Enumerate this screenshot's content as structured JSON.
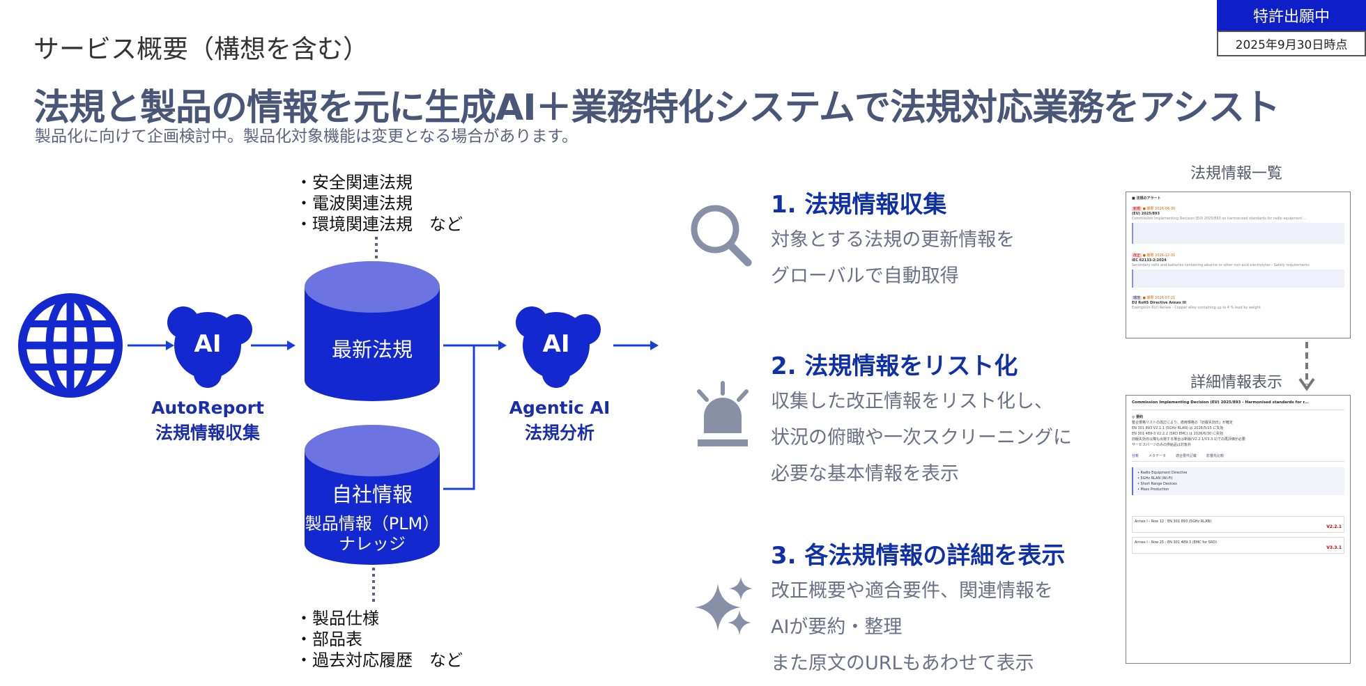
{
  "badge": {
    "status": "特許出願中",
    "date": "2025年9月30日時点"
  },
  "section_title": "サービス概要（構想を含む）",
  "headline": "法規と製品の情報を元に生成AI＋業務特化システムで法規対応業務をアシスト",
  "subline": "製品化に向けて企画検討中。製品化対象機能は変更となる場合があります。",
  "diagram": {
    "regulation_list": "・安全関連法規\n・電波関連法規\n・環境関連法規　など",
    "db_latest": {
      "title": "最新法規"
    },
    "db_company": {
      "title": "自社情報",
      "sub1": "製品情報（PLM）",
      "sub2": "ナレッジ"
    },
    "company_list": "・製品仕様\n・部品表\n・過去対応履歴　など",
    "ai_badge_text": "AI",
    "node_autoreport": {
      "line1": "AutoReport",
      "line2": "法規情報収集"
    },
    "node_agentic": {
      "line1": "Agentic AI",
      "line2": "法規分析"
    }
  },
  "features": [
    {
      "title": "1. 法規情報収集",
      "lines": [
        "対象とする法規の更新情報を",
        "グローバルで自動取得"
      ],
      "icon": "search-icon"
    },
    {
      "title": "2. 法規情報をリスト化",
      "lines": [
        "収集した改正情報をリスト化し、",
        "状況の俯瞰や一次スクリーニングに",
        "必要な基本情報を表示"
      ],
      "icon": "alert-light-icon"
    },
    {
      "title": "3. 各法規情報の詳細を表示",
      "lines": [
        "改正概要や適合要件、関連情報を",
        "AIが要約・整理",
        "また原文のURLもあわせて表示"
      ],
      "icon": "sparkle-icon"
    }
  ],
  "screens": {
    "list_caption": "法規情報一覧",
    "detail_caption": "詳細情報表示",
    "list_items": [
      "(EU) 2025/893",
      "IEC 62133-2:2024",
      "EU RoHS Directive Annex III"
    ],
    "detail_title": "Commission Implementing Decision (EU) 2025/893 - Harmonised standards for r...",
    "detail_tabs": [
      "分析",
      "メタデータ",
      "適合要件記載",
      "影響先比較"
    ],
    "detail_summary": [
      "整合規格リストの改訂により、適用規格の「旧版失効日」が確定",
      "EN 301 893 V2.1.1 (5GHz RLAN) は 2026/5/15 に失効",
      "EN 301 489-3 V2.2.2 (SRD EMC) は 2026/6/30 に失効",
      "旧版失効日以降も出荷する場合は新版(V2.2.1/V3.3.1)での再評価が必要",
      "サービスパーツのみの供給品は対象外"
    ],
    "detail_categories": [
      "Radio Equipment Directive",
      "5GHz RLAN (Wi-Fi)",
      "Short Range Devices",
      "Mass Production"
    ],
    "detail_versions": [
      {
        "name": "Annex I - Row 12 : EN 301 893 (5GHz RLAN)",
        "new": "V2.2.1"
      },
      {
        "name": "Annex I - Row 25 : EN 301 489-3 (EMC for SRD)",
        "new": "V3.3.1"
      }
    ]
  },
  "colors": {
    "brand_blue": "#1428d0",
    "cylinder_top": "#6b74e0",
    "headline_gray": "#4a5678",
    "feature_title": "#1030a8",
    "icon_gray": "#8890a8"
  }
}
